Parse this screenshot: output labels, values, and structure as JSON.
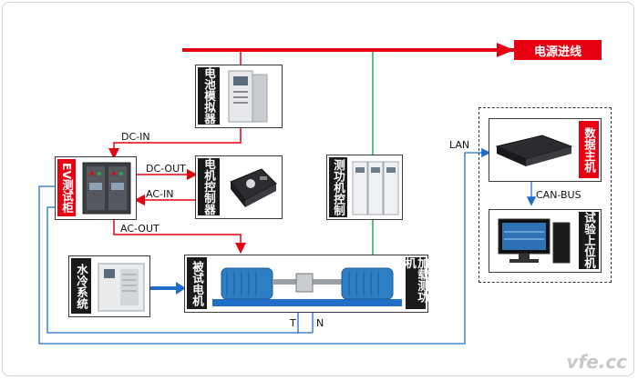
{
  "power_in": "电源进线",
  "nodes": {
    "battery_sim": "电池模拟器",
    "ev_cabinet": "EV测试柜",
    "motor_ctrl": "电机控制器",
    "dyno_ctrl": "测功机控制",
    "cooling": "水冷系统",
    "dut_motor": "被试电机",
    "load_dyno": "加载测功机",
    "data_host": "数据主机",
    "pc": "试验上位机"
  },
  "links": {
    "dc_in": "DC-IN",
    "dc_out": "DC-OUT",
    "ac_in": "AC-IN",
    "ac_out": "AC-OUT",
    "lan": "LAN",
    "can_bus": "CAN-BUS",
    "t": "T",
    "n": "N"
  },
  "watermark": "vfe.cc",
  "colors": {
    "red": "#e60012",
    "blue": "#1f6fc9",
    "green": "#2aa84a",
    "dark": "#1a1a1a"
  }
}
